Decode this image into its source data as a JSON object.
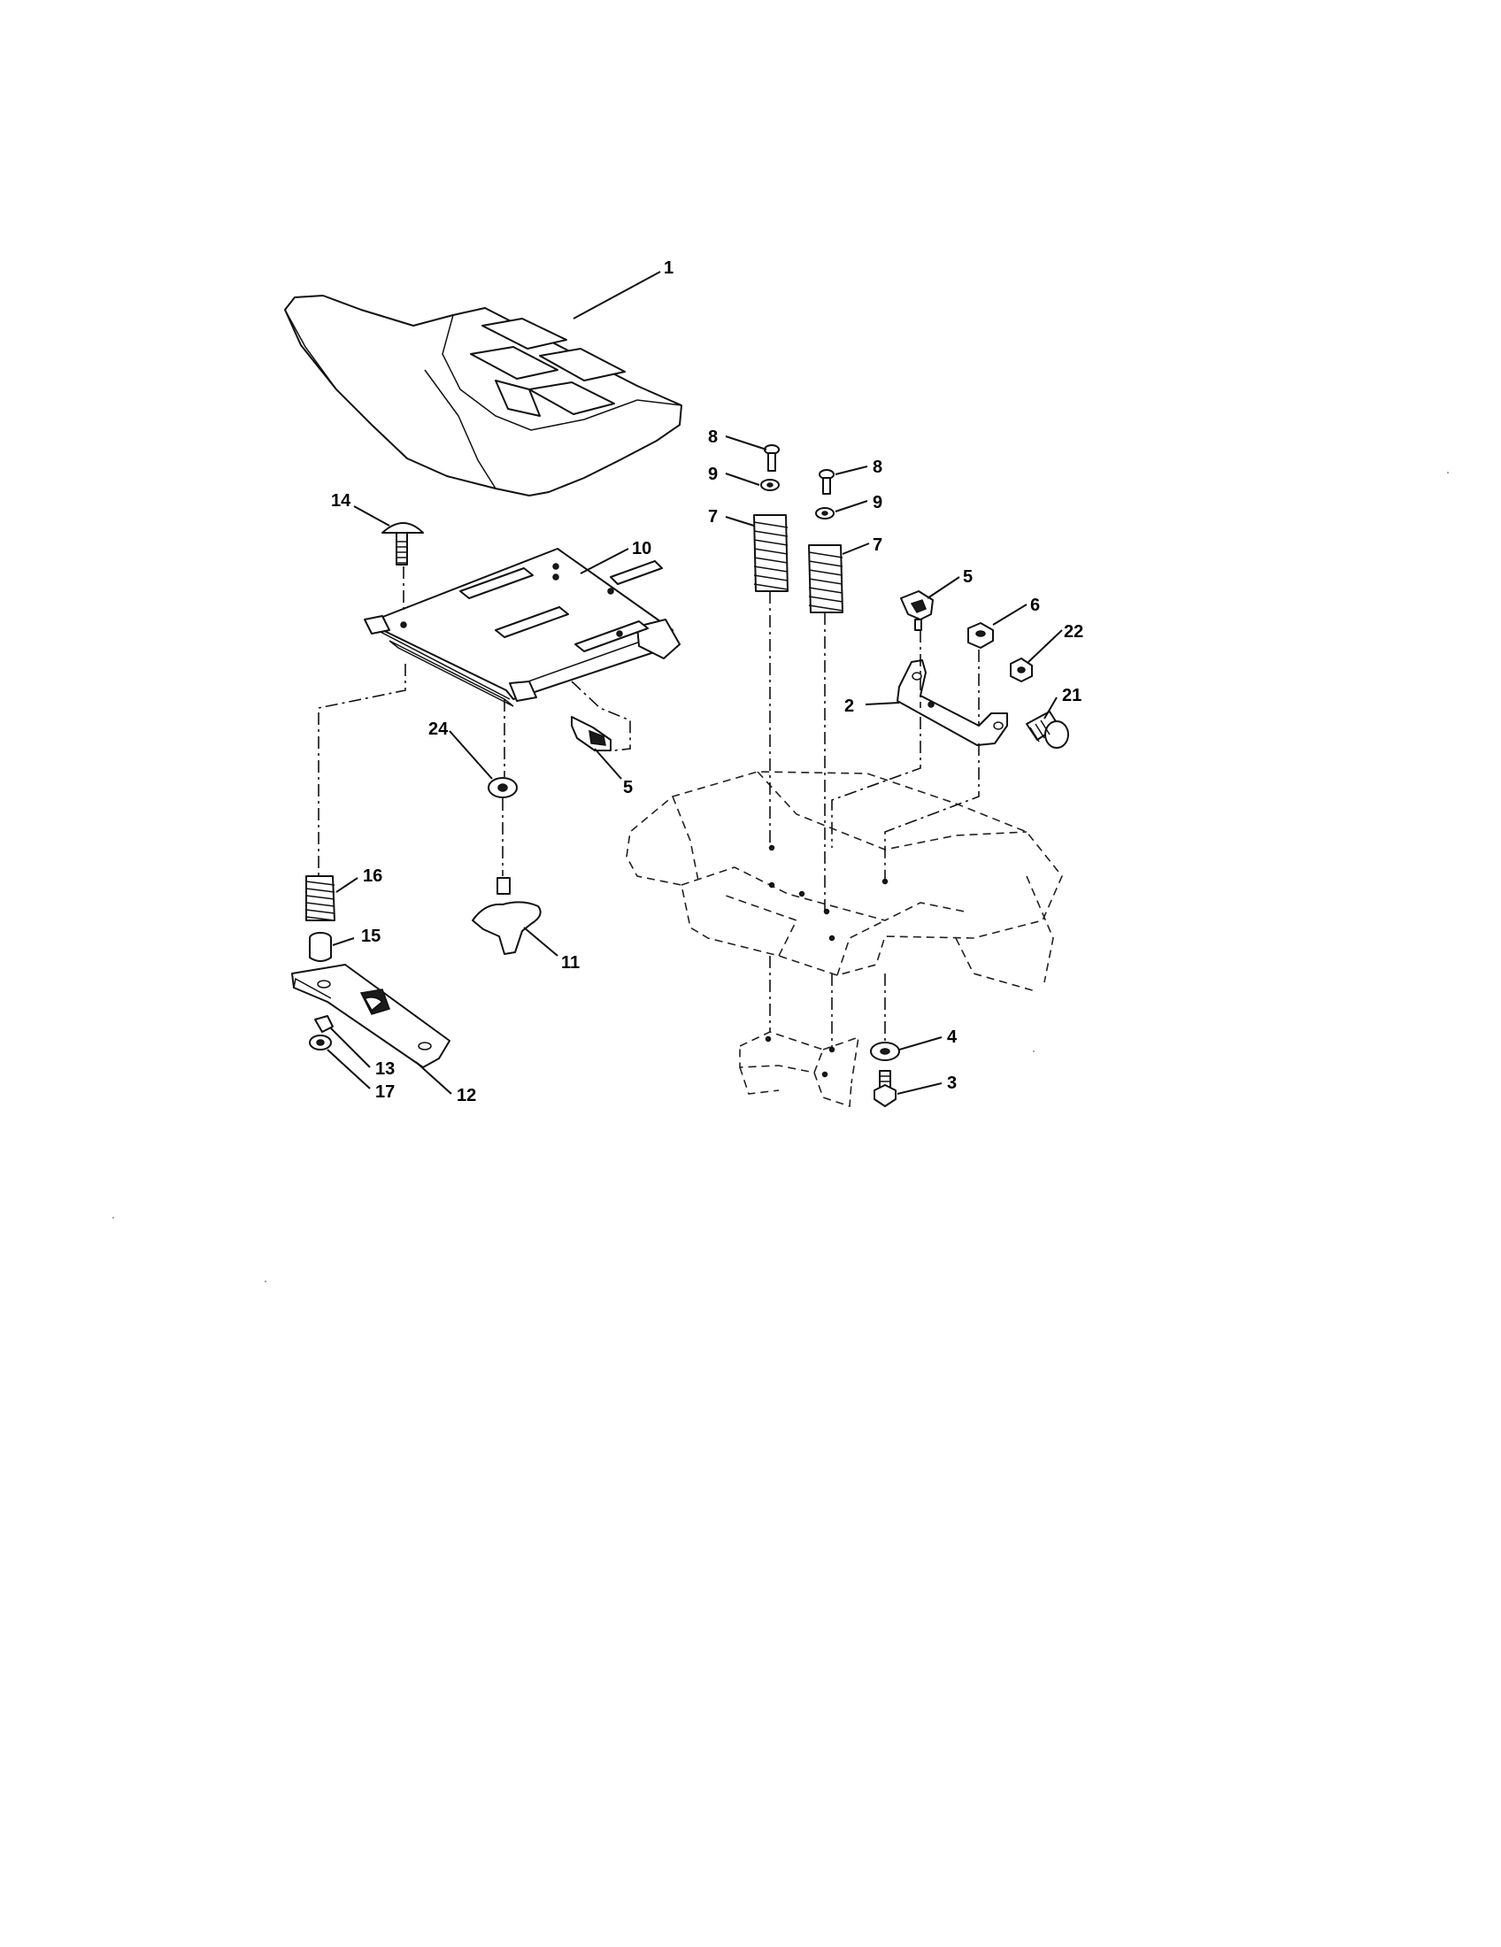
{
  "callouts": [
    {
      "id": "c1",
      "text": "1"
    },
    {
      "id": "c2",
      "text": "2"
    },
    {
      "id": "c3",
      "text": "3"
    },
    {
      "id": "c4",
      "text": "4"
    },
    {
      "id": "c5a",
      "text": "5"
    },
    {
      "id": "c5b",
      "text": "5"
    },
    {
      "id": "c6",
      "text": "6"
    },
    {
      "id": "c7a",
      "text": "7"
    },
    {
      "id": "c7b",
      "text": "7"
    },
    {
      "id": "c8a",
      "text": "8"
    },
    {
      "id": "c8b",
      "text": "8"
    },
    {
      "id": "c9a",
      "text": "9"
    },
    {
      "id": "c9b",
      "text": "9"
    },
    {
      "id": "c10",
      "text": "10"
    },
    {
      "id": "c11",
      "text": "11"
    },
    {
      "id": "c12",
      "text": "12"
    },
    {
      "id": "c13",
      "text": "13"
    },
    {
      "id": "c14",
      "text": "14"
    },
    {
      "id": "c15",
      "text": "15"
    },
    {
      "id": "c16",
      "text": "16"
    },
    {
      "id": "c17",
      "text": "17"
    },
    {
      "id": "c21",
      "text": "21"
    },
    {
      "id": "c22",
      "text": "22"
    },
    {
      "id": "c24",
      "text": "24"
    }
  ]
}
